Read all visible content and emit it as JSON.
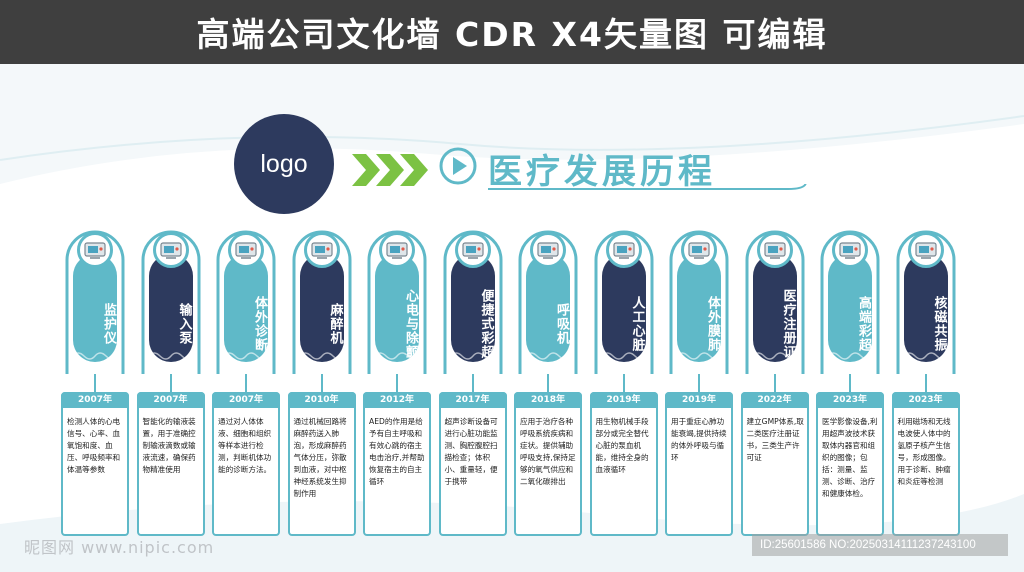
{
  "banner": {
    "title": "高端公司文化墙 CDR X4矢量图 可编辑"
  },
  "logo": {
    "text": "logo"
  },
  "heading": {
    "title": "医疗发展历程"
  },
  "colors": {
    "teal": "#5fb9c8",
    "navy": "#2d3a5e",
    "green": "#7cc243",
    "banner": "#3f3f3f"
  },
  "items": [
    {
      "name": "监护仪",
      "year": "2007年",
      "style": "teal",
      "icon": "monitor-icon",
      "desc": "检测人体的心电信号、心率、血氧饱和度、血压、呼吸频率和体温等参数"
    },
    {
      "name": "输入泵",
      "year": "2007年",
      "style": "navy",
      "icon": "infusion-pump-icon",
      "desc": "智能化的输液装置，用于准确控制输液滴数或输液流速，确保药物精准使用"
    },
    {
      "name": "体外诊断",
      "year": "2007年",
      "style": "teal",
      "icon": "analyzer-icon",
      "desc": "通过对人体体液、细胞和组织等样本进行检测，判断机体功能的诊断方法。"
    },
    {
      "name": "麻醉机",
      "year": "2010年",
      "style": "navy",
      "icon": "anesthesia-machine-icon",
      "desc": "通过机械回路将麻醉药送入肺泡，形成麻醉药气体分压，弥散到血液，对中枢神经系统发生抑制作用"
    },
    {
      "name": "心电与除颤",
      "year": "2012年",
      "style": "teal",
      "icon": "defibrillator-icon",
      "desc": "AED的作用是给予有自主呼吸和有效心跳的宿主电击治疗,并帮助恢复宿主的自主循环"
    },
    {
      "name": "便捷式彩超",
      "year": "2017年",
      "style": "navy",
      "icon": "ultrasound-icon",
      "desc": "超声诊断设备可进行心脏功能监测、胸腔腹腔扫描检查；体积小、重量轻，便于携带"
    },
    {
      "name": "呼吸机",
      "year": "2018年",
      "style": "teal",
      "icon": "ventilator-icon",
      "desc": "应用于治疗各种呼吸系统疾病和症状。提供辅助呼吸支持,保持足够的氧气供应和二氧化碳排出"
    },
    {
      "name": "人工心脏",
      "year": "2019年",
      "style": "navy",
      "icon": "artificial-heart-icon",
      "desc": "用生物机械手段部分或完全替代心脏的泵血机能，维持全身的血液循环"
    },
    {
      "name": "体外膜肺",
      "year": "2019年",
      "style": "teal",
      "icon": "ecmo-icon",
      "desc": "用于重症心肺功能衰竭,提供持续的体外呼吸与循环"
    },
    {
      "name": "医疗注册证",
      "year": "2022年",
      "style": "navy",
      "icon": "certificate-icon",
      "desc": "建立GMP体系,取二类医疗注册证书，三类生产许可证"
    },
    {
      "name": "高端彩超",
      "year": "2023年",
      "style": "teal",
      "icon": "ultrasound-cart-icon",
      "desc": "医学影像设备,利用超声波技术获取体内器官和组织的图像；包括：测量、监测、诊断、治疗和健康体检。"
    },
    {
      "name": "核磁共振",
      "year": "2023年",
      "style": "navy",
      "icon": "mri-icon",
      "desc": "利用磁场和无线电波使人体中的氢原子核产生信号，形成图像。用于诊断、肿瘤和炎症等检测"
    }
  ],
  "footer": {
    "watermark": "昵图网 www.nipic.com",
    "id_text": "ID:25601586 NO:20250314111237243100"
  }
}
